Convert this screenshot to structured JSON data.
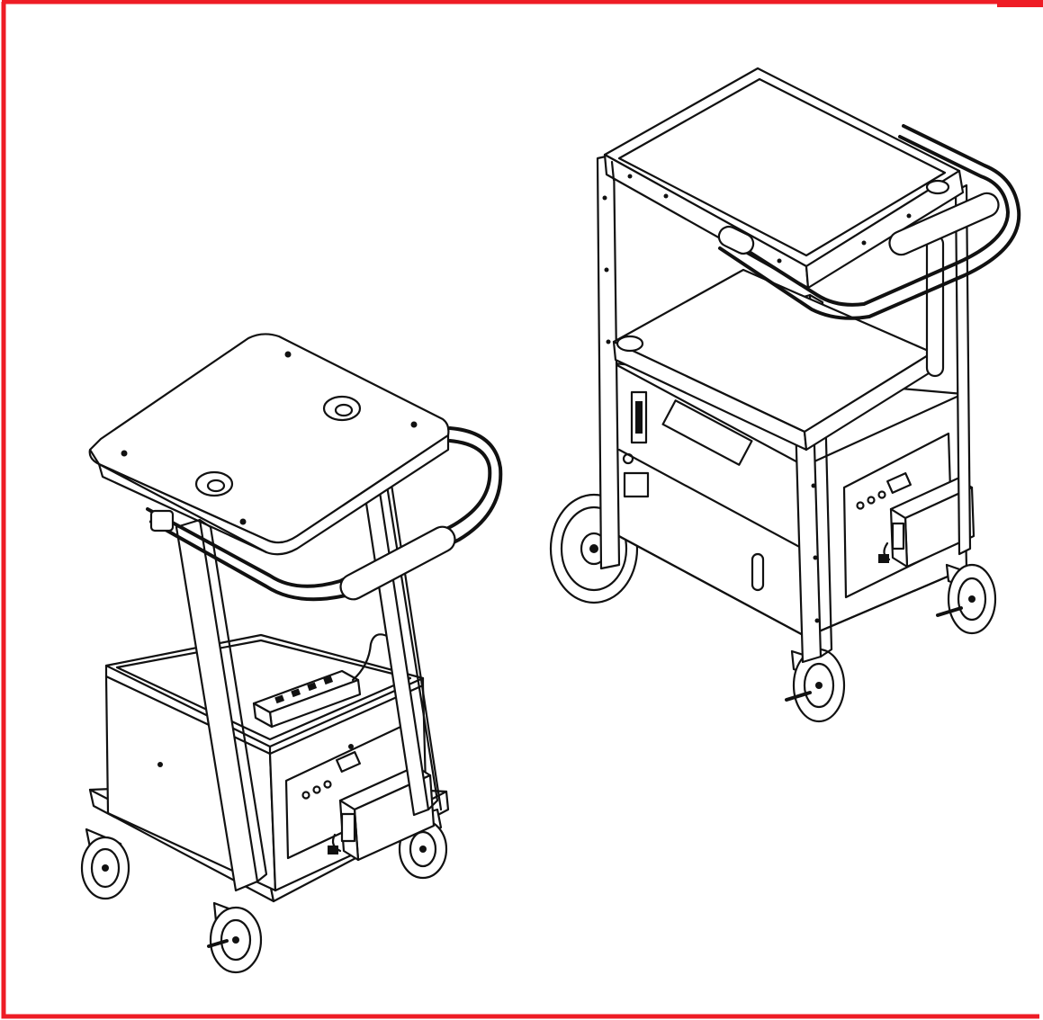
{
  "colors": {
    "border": "#ee1c25",
    "line": "#111111",
    "background": "#ffffff"
  },
  "illustrations": [
    {
      "id": "left-cart",
      "kind": "single-post cart with power strip and lockable cabinet"
    },
    {
      "id": "right-cart",
      "kind": "two-shelf cart with large rear wheel and lockable cabinet"
    }
  ]
}
